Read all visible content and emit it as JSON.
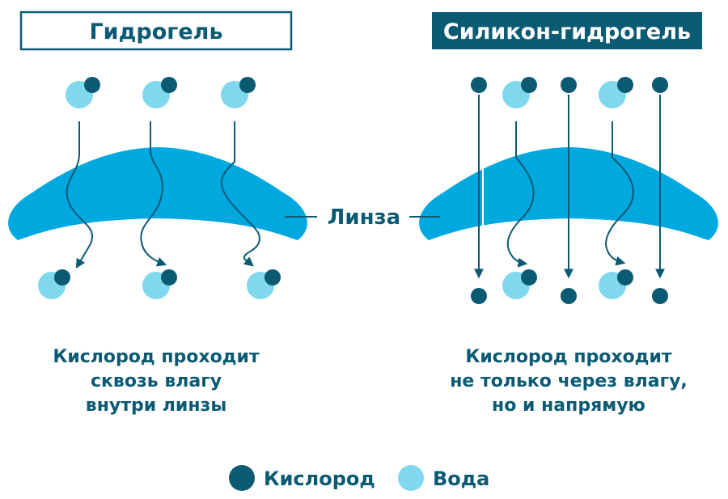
{
  "colors": {
    "oxygen": "#0b5a73",
    "water": "#7fd8ee",
    "lens": "#00a8e0",
    "text": "#0b5a73",
    "title_box_bg": "#0b5a73",
    "title_box_text_dark": "#ffffff"
  },
  "panels": {
    "hydrogel": {
      "title": "Гидрогель",
      "caption": [
        "Кислород проходит",
        "сквозь влагу",
        "внутри линзы"
      ]
    },
    "silicone": {
      "title": "Силикон-гидрогель",
      "caption": [
        "Кислород проходит",
        "не только через влагу,",
        "но и напрямую"
      ]
    }
  },
  "lens_label": "Линза",
  "legend": {
    "oxygen": "Кислород",
    "water": "Вода"
  },
  "icons": {
    "molecule": "water-with-oxygen-icon",
    "oxygen": "oxygen-dot-icon"
  }
}
